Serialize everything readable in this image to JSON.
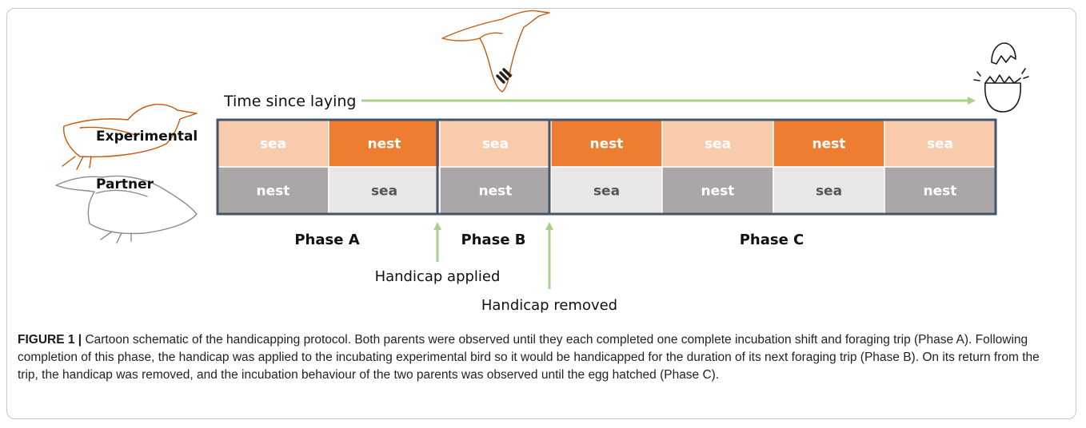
{
  "diagram": {
    "timeline_label": "Time since laying",
    "rows": [
      {
        "name": "Experimental",
        "cells": [
          "sea",
          "nest",
          "sea",
          "nest",
          "sea",
          "nest",
          "sea"
        ]
      },
      {
        "name": "Partner",
        "cells": [
          "nest",
          "sea",
          "nest",
          "sea",
          "nest",
          "sea",
          "nest"
        ]
      }
    ],
    "phases": [
      "Phase A",
      "Phase B",
      "Phase C"
    ],
    "events": [
      "Handicap applied",
      "Handicap removed"
    ],
    "colors": {
      "experimental_sea": "#f8cbad",
      "experimental_nest": "#ed7d31",
      "partner_nest": "#aba7a6",
      "partner_sea": "#e8e6e7",
      "box_border": "#44546a",
      "arrow": "#a9d18e",
      "experimental_bird": "#c55a11",
      "partner_bird": "#8c8c8c"
    }
  },
  "caption": {
    "label": "FIGURE 1 |",
    "text": " Cartoon schematic of the handicapping protocol. Both parents were observed until they each completed one complete incubation shift and foraging trip (Phase A). Following completion of this phase, the handicap was applied to the incubating experimental bird so it would be handicapped for the duration of its next foraging trip (Phase B). On its return from the trip, the handicap was removed, and the incubation behaviour of the two parents was observed until the egg hatched (Phase C)."
  }
}
